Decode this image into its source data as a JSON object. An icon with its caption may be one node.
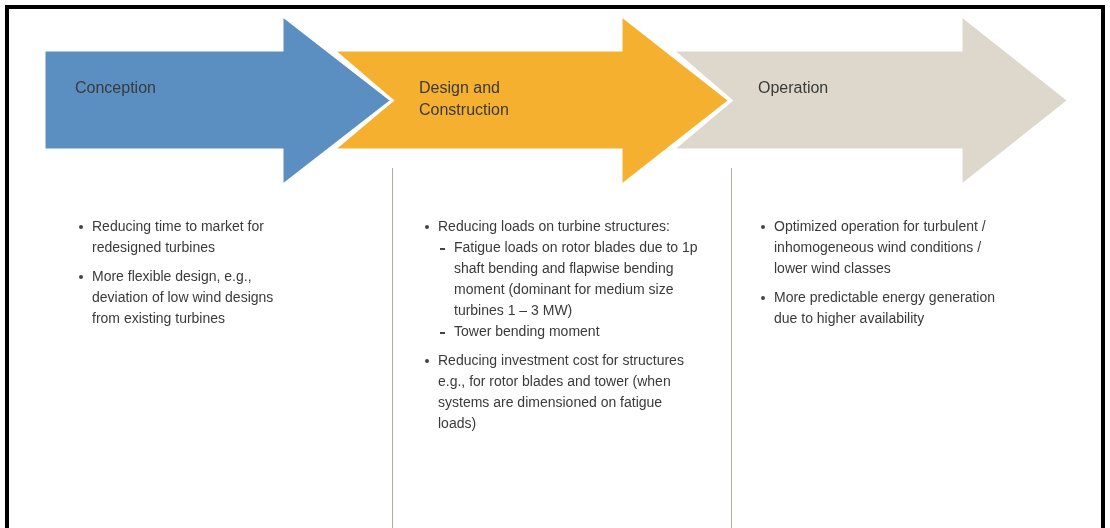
{
  "diagram": {
    "nodes": [
      {
        "text": [
          "Conception"
        ]
      },
      {
        "text": [
          "Design and Construction"
        ]
      },
      {
        "text": [
          "Operation"
        ]
      }
    ],
    "labels": [
      "Reducing time to market for redesigned turbines",
      "More flexible design, e.g., deviation of low wind designs from existing turbines",
      "Reducing loads on turbine structures:",
      "Fatigue loads on rotor blades due to 1p shaft bending and flapwise bending moment (dominant for medium size turbines 1 – 3 MW)",
      "Tower bending moment",
      "Reducing investment cost for structures e.g., for rotor blades and tower (when systems are dimensioned on fatigue loads)",
      "Optimized operation for turbulent / inhomogeneous wind conditions / lower wind classes",
      "More predictable energy generation due to higher availability"
    ]
  }
}
